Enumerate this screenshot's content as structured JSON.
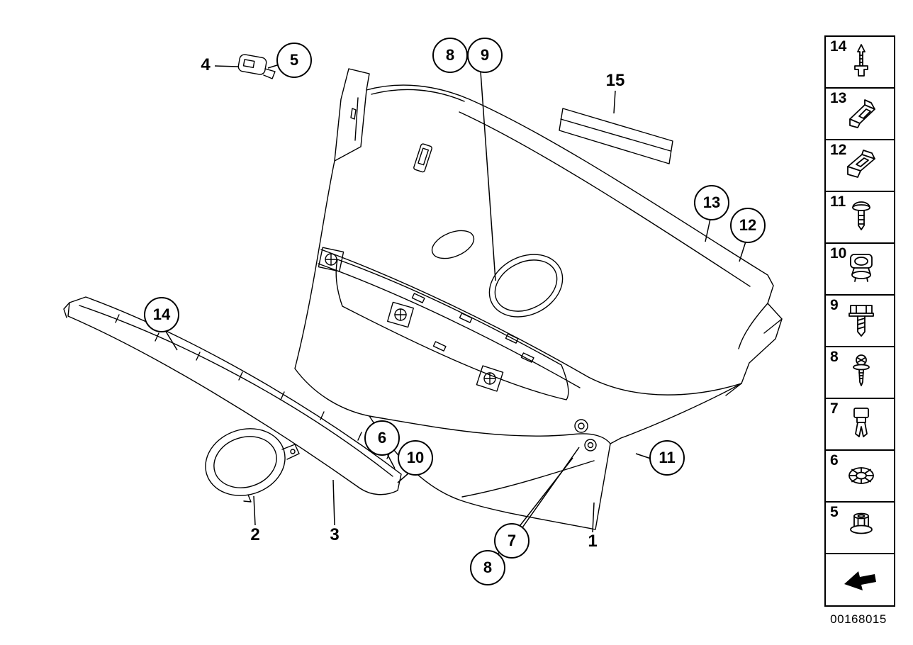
{
  "meta": {
    "part_number": "00168015",
    "ink_color": "#000000",
    "background_color": "#ffffff"
  },
  "callouts": [
    {
      "label": "4",
      "shape": "plain"
    },
    {
      "label": "5",
      "shape": "circle"
    },
    {
      "label": "8",
      "shape": "circle"
    },
    {
      "label": "9",
      "shape": "circle"
    },
    {
      "label": "15",
      "shape": "plain"
    },
    {
      "label": "13",
      "shape": "circle"
    },
    {
      "label": "12",
      "shape": "circle"
    },
    {
      "label": "14",
      "shape": "circle"
    },
    {
      "label": "6",
      "shape": "circle"
    },
    {
      "label": "10",
      "shape": "circle"
    },
    {
      "label": "11",
      "shape": "circle"
    },
    {
      "label": "7",
      "shape": "circle"
    },
    {
      "label": "8",
      "shape": "circle"
    },
    {
      "label": "2",
      "shape": "plain"
    },
    {
      "label": "3",
      "shape": "plain"
    },
    {
      "label": "1",
      "shape": "plain"
    }
  ],
  "sidebar": {
    "items": [
      {
        "label": "14",
        "icon": "expanding-rivet-icon"
      },
      {
        "label": "13",
        "icon": "spring-clip-icon"
      },
      {
        "label": "12",
        "icon": "mounting-clip-icon"
      },
      {
        "label": "11",
        "icon": "push-rivet-icon"
      },
      {
        "label": "10",
        "icon": "grommet-nut-icon"
      },
      {
        "label": "9",
        "icon": "hex-bolt-icon"
      },
      {
        "label": "8",
        "icon": "screw-washer-icon"
      },
      {
        "label": "7",
        "icon": "expansion-clip-icon"
      },
      {
        "label": "6",
        "icon": "lock-washer-icon"
      },
      {
        "label": "5",
        "icon": "flange-nut-icon"
      }
    ],
    "direction_arrow_icon": "direction-arrow-icon"
  }
}
